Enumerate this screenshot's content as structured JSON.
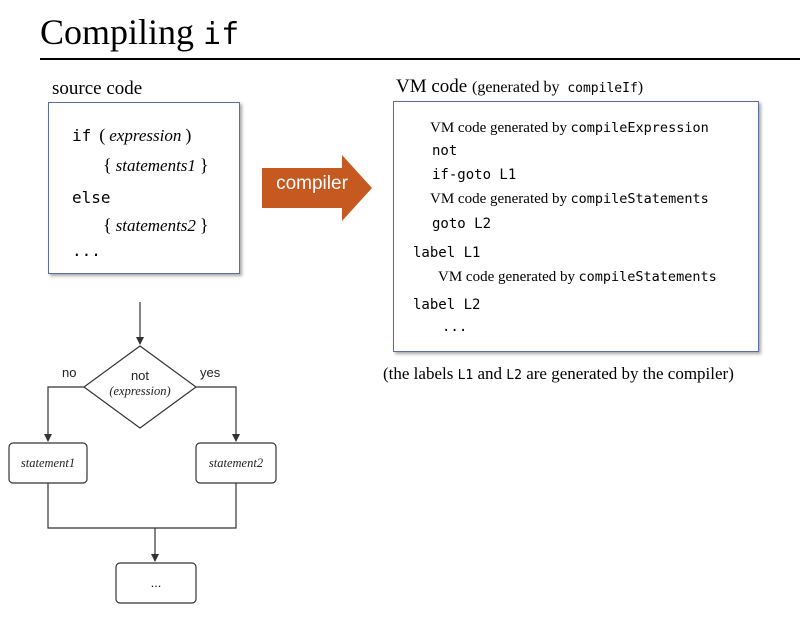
{
  "title": {
    "text": "Compiling",
    "code": "if"
  },
  "source_code": {
    "heading": "source code",
    "lines": {
      "if_kw": "if",
      "if_open": "(",
      "expression": "expression",
      "if_close": ")",
      "st1_open": "{",
      "statements1": "statements1",
      "st1_close": "}",
      "else_kw": "else",
      "st2_open": "{",
      "statements2": "statements2",
      "st2_close": "}",
      "ellipsis": "..."
    }
  },
  "compiler_arrow": {
    "label": "compiler",
    "color": "#c5591f"
  },
  "vm_code": {
    "heading": "VM code",
    "heading_paren": "(generated by",
    "heading_fn": "compileIf",
    "heading_close": ")",
    "lines": [
      {
        "prefix": "VM code generated by",
        "code": "compileExpression"
      },
      {
        "code": "not"
      },
      {
        "code": "if-goto L1"
      },
      {
        "prefix": "VM code generated by",
        "code": "compileStatements"
      },
      {
        "code": "goto L2"
      },
      {
        "code": "label L1"
      },
      {
        "prefix": "VM code generated by",
        "code": "compileStatements"
      },
      {
        "code": "label L2"
      },
      {
        "code": "..."
      }
    ]
  },
  "note": {
    "pre": "(the labels",
    "l1": "L1",
    "and": "and",
    "l2": "L2",
    "post": "are generated by the compiler)"
  },
  "flowchart": {
    "decision_top": "not",
    "decision_bottom": "(expression)",
    "no_label": "no",
    "yes_label": "yes",
    "box1": "statement1",
    "box2": "statement2",
    "end_box": "..."
  }
}
